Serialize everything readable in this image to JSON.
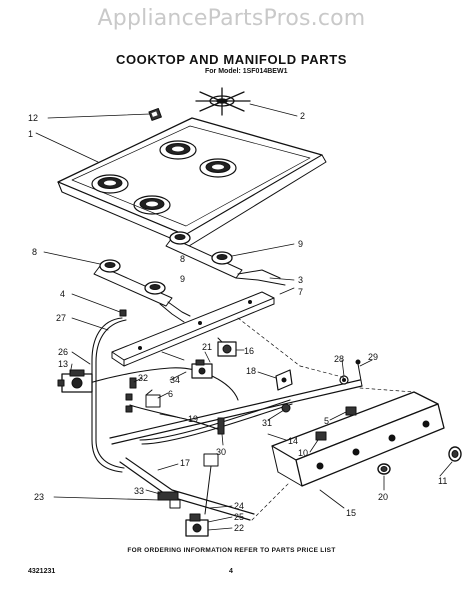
{
  "watermark": "AppliancePartsPros.com",
  "title": "COOKTOP AND MANIFOLD PARTS",
  "model": "For Model: 1SF014BEW1",
  "footer_note": "FOR ORDERING INFORMATION REFER TO PARTS PRICE LIST",
  "doc_number": "4321231",
  "page_number": "4",
  "fine_print": "",
  "callouts": {
    "c1": "1",
    "c2": "2",
    "c3": "3",
    "c4": "4",
    "c5": "5",
    "c6": "6",
    "c7": "7",
    "c8a": "8",
    "c8b": "8",
    "c9a": "9",
    "c9b": "9",
    "c10": "10",
    "c11": "11",
    "c12": "12",
    "c13": "13",
    "c14": "14",
    "c15": "15",
    "c16": "16",
    "c17": "17",
    "c18": "18",
    "c19": "19",
    "c20": "20",
    "c21": "21",
    "c22": "22",
    "c23": "23",
    "c24": "24",
    "c25": "25",
    "c26": "26",
    "c27": "27",
    "c28": "28",
    "c29": "29",
    "c30": "30",
    "c31": "31",
    "c32": "32",
    "c33": "33",
    "c34": "34"
  }
}
